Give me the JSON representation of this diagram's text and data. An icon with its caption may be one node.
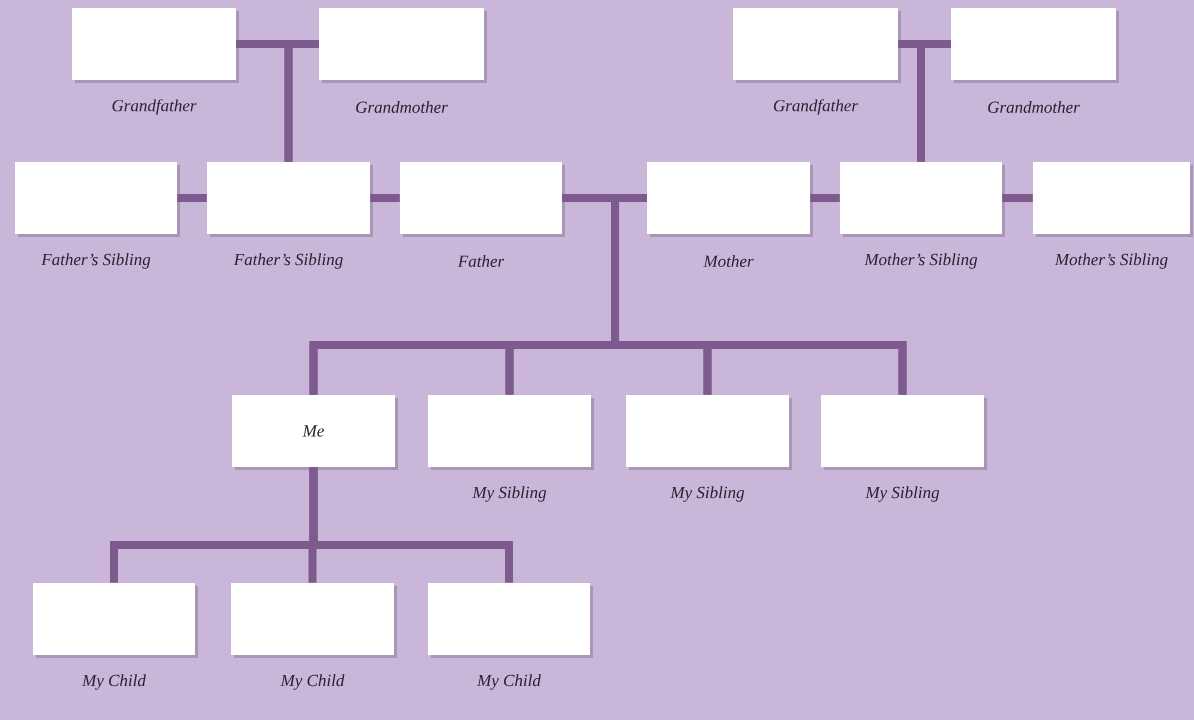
{
  "diagram": {
    "nodes": [
      {
        "text": [],
        "shape": "box",
        "beside": [
          "Grandfather"
        ]
      },
      {
        "text": [],
        "shape": "box",
        "beside": [
          "Grandmother"
        ]
      },
      {
        "text": [],
        "shape": "box",
        "beside": [
          "Grandfather"
        ]
      },
      {
        "text": [],
        "shape": "box",
        "beside": [
          "Grandmother"
        ]
      },
      {
        "text": [],
        "shape": "box",
        "beside": [
          "Father’s Sibling"
        ]
      },
      {
        "text": [],
        "shape": "box",
        "beside": [
          "Father’s Sibling"
        ]
      },
      {
        "text": [],
        "shape": "box",
        "beside": [
          "Father"
        ]
      },
      {
        "text": [],
        "shape": "box",
        "beside": [
          "Mother"
        ]
      },
      {
        "text": [],
        "shape": "box",
        "beside": [
          "Mother’s Sibling"
        ]
      },
      {
        "text": [],
        "shape": "box",
        "beside": [
          "Mother’s Sibling"
        ]
      },
      {
        "text": [
          "Me"
        ]
      },
      {
        "text": [],
        "shape": "box",
        "beside": [
          "My Sibling"
        ]
      },
      {
        "text": [],
        "shape": "box",
        "beside": [
          "My Sibling"
        ]
      },
      {
        "text": [],
        "shape": "box",
        "beside": [
          "My Sibling"
        ]
      },
      {
        "text": [],
        "shape": "box",
        "beside": [
          "My Child"
        ]
      },
      {
        "text": [],
        "shape": "box",
        "beside": [
          "My Child"
        ]
      },
      {
        "text": [],
        "shape": "box",
        "beside": [
          "My Child"
        ]
      }
    ],
    "edges": [
      {
        "from": 0,
        "to": 1,
        "arrow": "none"
      },
      {
        "from": 0,
        "to": 5,
        "arrow": "none"
      },
      {
        "from": 1,
        "to": 5,
        "arrow": "none"
      },
      {
        "from": 4,
        "to": 5,
        "arrow": "none"
      },
      {
        "from": 5,
        "to": 6,
        "arrow": "none"
      },
      {
        "from": 6,
        "to": 7,
        "arrow": "none"
      },
      {
        "from": 6,
        "to": 10,
        "arrow": "none"
      },
      {
        "from": 6,
        "to": 11,
        "arrow": "none"
      },
      {
        "from": 6,
        "to": 12,
        "arrow": "none"
      },
      {
        "from": 6,
        "to": 13,
        "arrow": "none"
      },
      {
        "from": 7,
        "to": 10,
        "arrow": "none"
      },
      {
        "from": 7,
        "to": 11,
        "arrow": "none"
      },
      {
        "from": 7,
        "to": 12,
        "arrow": "none"
      },
      {
        "from": 7,
        "to": 13,
        "arrow": "none"
      },
      {
        "from": 7,
        "to": 8,
        "arrow": "none"
      },
      {
        "from": 8,
        "to": 9,
        "arrow": "none"
      },
      {
        "from": 2,
        "to": 3,
        "arrow": "none"
      },
      {
        "from": 2,
        "to": 8,
        "arrow": "none"
      },
      {
        "from": 3,
        "to": 8,
        "arrow": "none"
      },
      {
        "from": 10,
        "to": 14,
        "arrow": "none"
      },
      {
        "from": 10,
        "to": 15,
        "arrow": "none"
      },
      {
        "from": 10,
        "to": 16,
        "arrow": "none"
      }
    ]
  }
}
